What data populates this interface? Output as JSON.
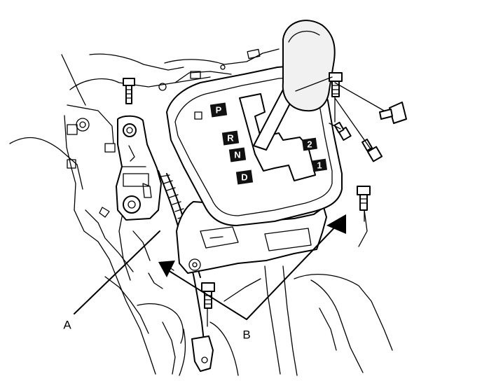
{
  "callouts": {
    "a": "A",
    "b": "B"
  },
  "gate_positions": {
    "p": "P",
    "r": "R",
    "n": "N",
    "d": "D",
    "two": "2",
    "one": "1"
  }
}
